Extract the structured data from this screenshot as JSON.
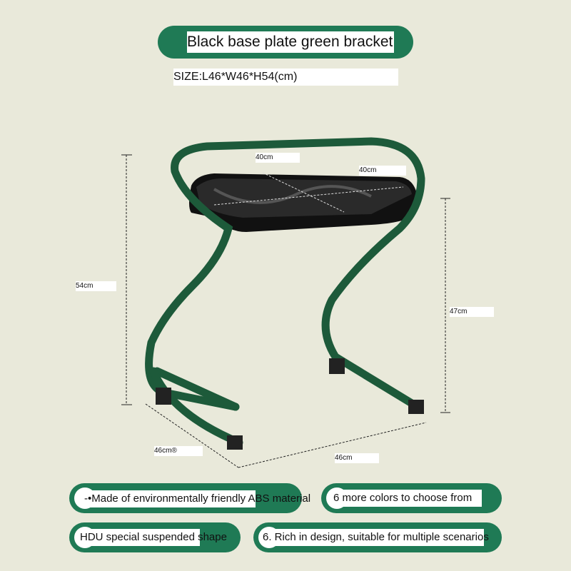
{
  "header": {
    "title": "Black base plate   green bracket",
    "size": "SIZE:L46*W46*H54(cm)"
  },
  "dimensions": {
    "seat_depth": "40cm",
    "seat_width": "40cm",
    "total_height": "54cm",
    "leg_height": "47cm",
    "base_depth": "46cm®",
    "base_width": "46cm"
  },
  "features": [
    {
      "label": "-•Made of environmentally friendly ABS material"
    },
    {
      "label": "6 more colors to choose from"
    },
    {
      "label": "HDU special suspended shape"
    },
    {
      "label": "6. Rich in design, suitable for multiple scenarios"
    }
  ],
  "colors": {
    "background": "#e9e9da",
    "accent": "#1f7a55",
    "frame": "#1d5a3a",
    "seat": "#141414"
  }
}
